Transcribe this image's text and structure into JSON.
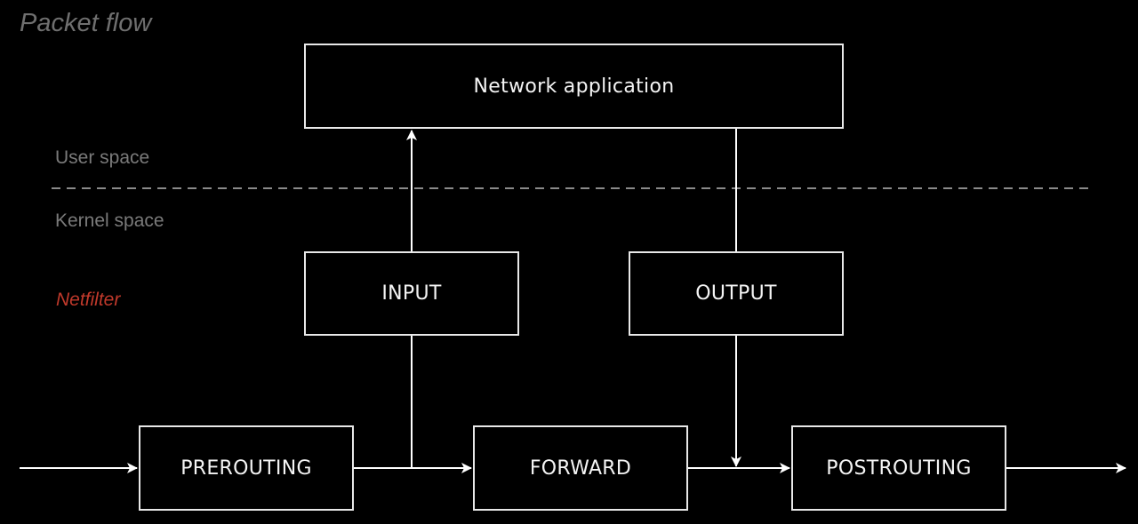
{
  "title": "Packet flow",
  "regions": {
    "user_space": "User space",
    "kernel_space": "Kernel space",
    "netfilter": "Netfilter"
  },
  "colors": {
    "background": "#000000",
    "box_border": "#e8e8e8",
    "box_text": "#f4f4f4",
    "muted_label": "#7a7a7a",
    "netfilter_label": "#c0392b",
    "divider": "#8a8a8a"
  },
  "boxes": {
    "network_application": "Network application",
    "input": "INPUT",
    "output": "OUTPUT",
    "prerouting": "PREROUTING",
    "forward": "FORWARD",
    "postrouting": "POSTROUTING"
  },
  "connections": [
    {
      "from": "incoming",
      "to": "PREROUTING"
    },
    {
      "from": "PREROUTING",
      "to": "FORWARD"
    },
    {
      "from": "PREROUTING",
      "to": "INPUT"
    },
    {
      "from": "INPUT",
      "to": "Network application"
    },
    {
      "from": "Network application",
      "to": "OUTPUT"
    },
    {
      "from": "OUTPUT",
      "to": "POSTROUTING"
    },
    {
      "from": "FORWARD",
      "to": "POSTROUTING"
    },
    {
      "from": "POSTROUTING",
      "to": "outgoing"
    }
  ]
}
